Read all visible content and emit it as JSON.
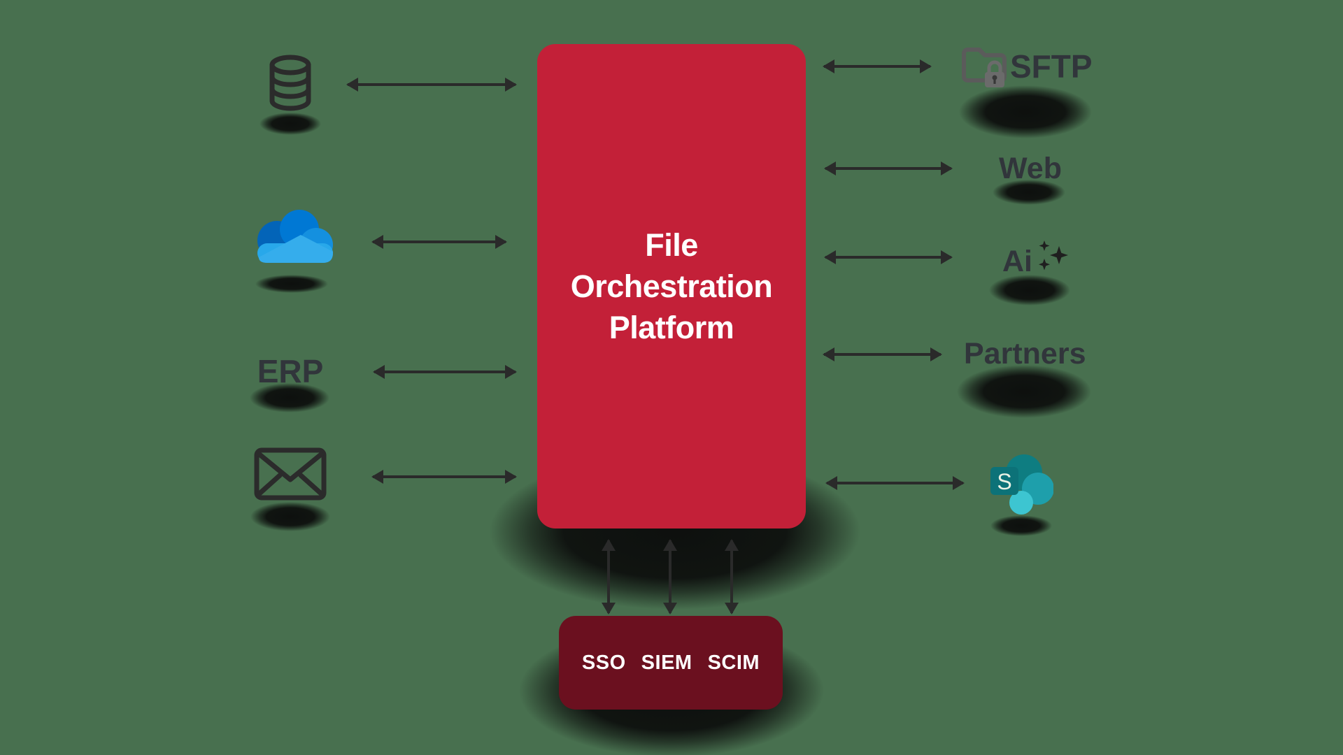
{
  "colors": {
    "canvas_background": "#48704F",
    "platform_box_red": "#C32038",
    "governance_box_maroon": "#6B101F",
    "arrow_dark": "#2A2A2A",
    "label_text_dark": "#31353B",
    "white_text": "#FFFFFF",
    "sftp_icon_gray": "#5B5B5B",
    "onedrive_blues": [
      "#0364B8",
      "#0078D4",
      "#1490DF",
      "#28A8EA"
    ],
    "sharepoint_teals": [
      "#0E7D81",
      "#1E9FAB",
      "#3DC5D1",
      "#0C7278"
    ]
  },
  "center_box": {
    "title_line1": "File",
    "title_line2": "Orchestration",
    "title_line3": "Platform"
  },
  "bottom_box": {
    "items": [
      "SSO",
      "SIEM",
      "SCIM"
    ]
  },
  "left_nodes": [
    {
      "icon": "database-icon"
    },
    {
      "icon": "onedrive-cloud-icon"
    },
    {
      "label": "ERP"
    },
    {
      "icon": "email-envelope-icon"
    }
  ],
  "right_nodes": [
    {
      "icon": "sftp-folder-lock-icon",
      "label": "SFTP"
    },
    {
      "label": "Web"
    },
    {
      "label": "Ai",
      "icon": "ai-sparkles-icon"
    },
    {
      "label": "Partners"
    },
    {
      "icon": "sharepoint-icon"
    }
  ]
}
